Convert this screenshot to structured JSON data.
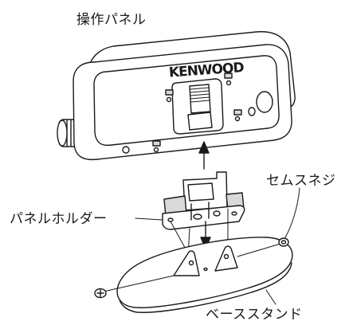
{
  "labels": {
    "operation_panel": "操作パネル",
    "panel_holder": "パネルホルダー",
    "screws": "セムスネジ",
    "base_stand": "ベーススタンド"
  },
  "brand": "KENWOOD",
  "colors": {
    "line": "#1a1a1a",
    "fill": "#ffffff",
    "shade": "#d9d9d9"
  }
}
